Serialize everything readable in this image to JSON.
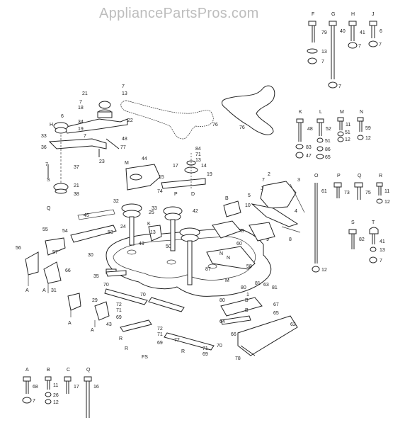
{
  "watermark": "AppliancePartsPros.com",
  "figure_code": "FS",
  "hardware_top": [
    {
      "col": "F",
      "labels": [
        "79",
        "13",
        "7"
      ]
    },
    {
      "col": "G",
      "labels": [
        "40",
        "7"
      ]
    },
    {
      "col": "H",
      "labels": [
        "41",
        "7"
      ]
    },
    {
      "col": "J",
      "labels": [
        "6",
        "7"
      ]
    }
  ],
  "hardware_mid": [
    {
      "col": "K",
      "labels": [
        "48",
        "83",
        "47"
      ]
    },
    {
      "col": "L",
      "labels": [
        "52",
        "51",
        "86",
        "65"
      ]
    },
    {
      "col": "M",
      "labels": [
        "11",
        "51",
        "12"
      ]
    },
    {
      "col": "N",
      "labels": [
        "59",
        "12"
      ]
    }
  ],
  "hardware_right": [
    {
      "col": "O",
      "labels": [
        "61",
        "12"
      ]
    },
    {
      "col": "P",
      "labels": [
        "73"
      ]
    },
    {
      "col": "Q",
      "labels": [
        "75"
      ]
    },
    {
      "col": "R",
      "labels": [
        "11",
        "12"
      ]
    },
    {
      "col": "S",
      "labels": [
        "82"
      ]
    },
    {
      "col": "T",
      "labels": [
        "41",
        "13",
        "7"
      ]
    }
  ],
  "hardware_bottom": [
    {
      "col": "A",
      "labels": [
        "68",
        "7"
      ]
    },
    {
      "col": "B",
      "labels": [
        "11",
        "26",
        "12"
      ]
    },
    {
      "col": "C",
      "labels": [
        "17"
      ]
    },
    {
      "col": "Q",
      "labels": [
        "16"
      ]
    }
  ],
  "callouts": {
    "belts": [
      "76",
      "76"
    ],
    "left_assembly": [
      "7",
      "13",
      "21",
      "7",
      "18",
      "22",
      "6",
      "34",
      "H",
      "33",
      "19",
      "7",
      "23",
      "48",
      "77",
      "36",
      "37",
      "7",
      "21",
      "S",
      "38",
      "Q"
    ],
    "center_top": [
      "44",
      "M",
      "84",
      "71",
      "13",
      "17",
      "14",
      "15",
      "19",
      "74",
      "P",
      "D",
      "L"
    ],
    "center": [
      "32",
      "33",
      "25",
      "42",
      "45",
      "24",
      "53",
      "55",
      "54",
      "57",
      "30",
      "56",
      "A",
      "66",
      "A",
      "31",
      "A",
      "29",
      "A",
      "35",
      "49",
      "50",
      "13",
      "K",
      "10",
      "B",
      "B",
      "9",
      "60",
      "58",
      "87",
      "N",
      "N",
      "M",
      "80",
      "80",
      "1"
    ],
    "right_side": [
      "2",
      "3",
      "5",
      "4",
      "7",
      "J",
      "8"
    ],
    "lower": [
      "70",
      "70",
      "72",
      "71",
      "69",
      "43",
      "R",
      "R",
      "72",
      "71",
      "69",
      "72",
      "71",
      "R",
      "69",
      "70",
      "81",
      "63",
      "81",
      "67",
      "65",
      "64",
      "66",
      "B",
      "B",
      "62",
      "78"
    ]
  }
}
